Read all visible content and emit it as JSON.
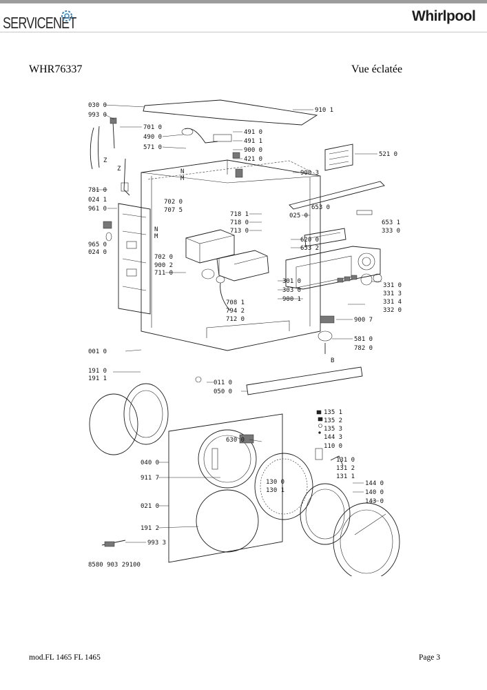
{
  "header": {
    "brand_left": "SERVICENET",
    "brand_right": "Whirlpool"
  },
  "document": {
    "model": "WHR76337",
    "view_title": "Vue éclatée"
  },
  "diagram": {
    "reference_number": "8580 903 29100",
    "callouts": {
      "c030_0": "030 0",
      "c993_0": "993 0",
      "c701_0": "701 0",
      "c490_0": "490 0",
      "c571_0": "571 0",
      "c910_1": "910 1",
      "c491_0": "491 0",
      "c491_1": "491 1",
      "c900_0": "900 0",
      "c421_0": "421 0",
      "c521_0": "521 0",
      "c900_3": "900 3",
      "c781_0": "781 0",
      "c024_1": "024 1",
      "c961_0": "961 0",
      "c702_0a": "702 0",
      "c707_5": "707 5",
      "c653_0": "653 0",
      "c025_0": "025 0",
      "c718_1": "718 1",
      "c718_0": "718 0",
      "c713_0": "713 0",
      "c653_1": "653 1",
      "c333_0": "333 0",
      "c620_0": "620 0",
      "c653_2": "653 2",
      "c965_0": "965 0",
      "c024_0": "024 0",
      "c702_0b": "702 0",
      "c900_2": "900 2",
      "c711_0": "711 0",
      "c301_0": "301 0",
      "c303_0": "303 0",
      "c900_1": "900 1",
      "c331_0": "331 0",
      "c331_3": "331 3",
      "c331_4": "331 4",
      "c332_0": "332 0",
      "c708_1": "708 1",
      "c794_2": "794 2",
      "c712_0": "712 0",
      "c900_7": "900 7",
      "c581_0": "581 0",
      "c782_0": "782 0",
      "c001_0": "001 0",
      "c191_0": "191 0",
      "c191_1": "191 1",
      "c011_0": "011 0",
      "c050_0": "050 0",
      "c135_1": "135 1",
      "c135_2": "135 2",
      "c135_3": "135 3",
      "c144_3": "144 3",
      "c110_0": "110 0",
      "c630_0": "630 0",
      "c040_0": "040 0",
      "c131_0": "131 0",
      "c131_2": "131 2",
      "c131_1": "131 1",
      "c911_7": "911 7",
      "c130_0": "130 0",
      "c130_1": "130 1",
      "c144_0": "144 0",
      "c140_0": "140 0",
      "c143_0": "143 0",
      "c021_0": "021 0",
      "c191_2": "191 2",
      "c993_3": "993 3"
    },
    "letters": {
      "z1": "Z",
      "z2": "Z",
      "n1": "N",
      "m1": "M",
      "n2": "N",
      "m2": "M",
      "b1": "B"
    }
  },
  "footer": {
    "model_line": "mod.FL 1465 FL 1465",
    "page": "Page 3"
  }
}
